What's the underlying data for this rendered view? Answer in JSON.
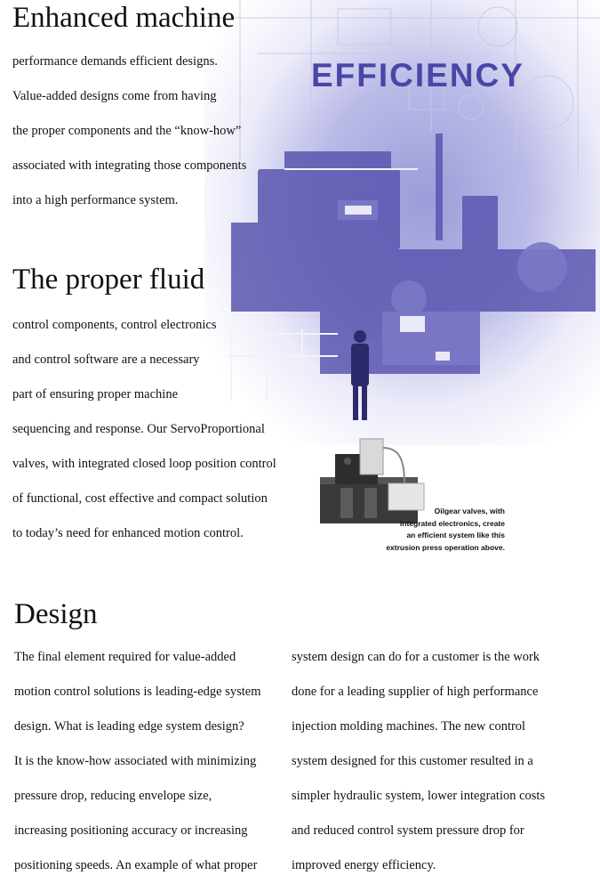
{
  "hero": {
    "title": "EFFICIENCY",
    "accent_color": "#4a46a8"
  },
  "section1": {
    "heading": "Enhanced machine",
    "lines": [
      "performance demands efficient designs.",
      "Value-added designs come from having",
      "the proper components and the “know-how”",
      "associated with integrating those components",
      "into a high performance system."
    ]
  },
  "section2": {
    "heading": "The proper fluid",
    "lines": [
      "control components, control electronics",
      "and control software are a necessary",
      "part of ensuring proper machine",
      "sequencing and response. Our ServoProportional",
      "valves, with integrated closed loop position control",
      "of functional, cost effective and compact solution",
      "to today’s need for enhanced motion control."
    ]
  },
  "caption": {
    "lines": [
      "Oilgear valves, with",
      "integrated electronics, create",
      "an efficient system like this",
      "extrusion press operation above."
    ]
  },
  "section3": {
    "heading": "Design",
    "col1": [
      "The final element required for value-added",
      "motion control solutions is leading-edge system",
      "design. What is leading edge system design?",
      "It is the know-how associated with minimizing",
      "pressure drop, reducing envelope size,",
      "increasing positioning accuracy or increasing",
      "positioning speeds. An example of what proper"
    ],
    "col2": [
      "system design can do for a customer is the work",
      "done for a leading supplier of high performance",
      "injection molding machines. The new control",
      "system designed for this customer resulted in a",
      "simpler hydraulic system, lower integration costs",
      "and reduced control system pressure drop for",
      "improved energy efficiency."
    ]
  }
}
